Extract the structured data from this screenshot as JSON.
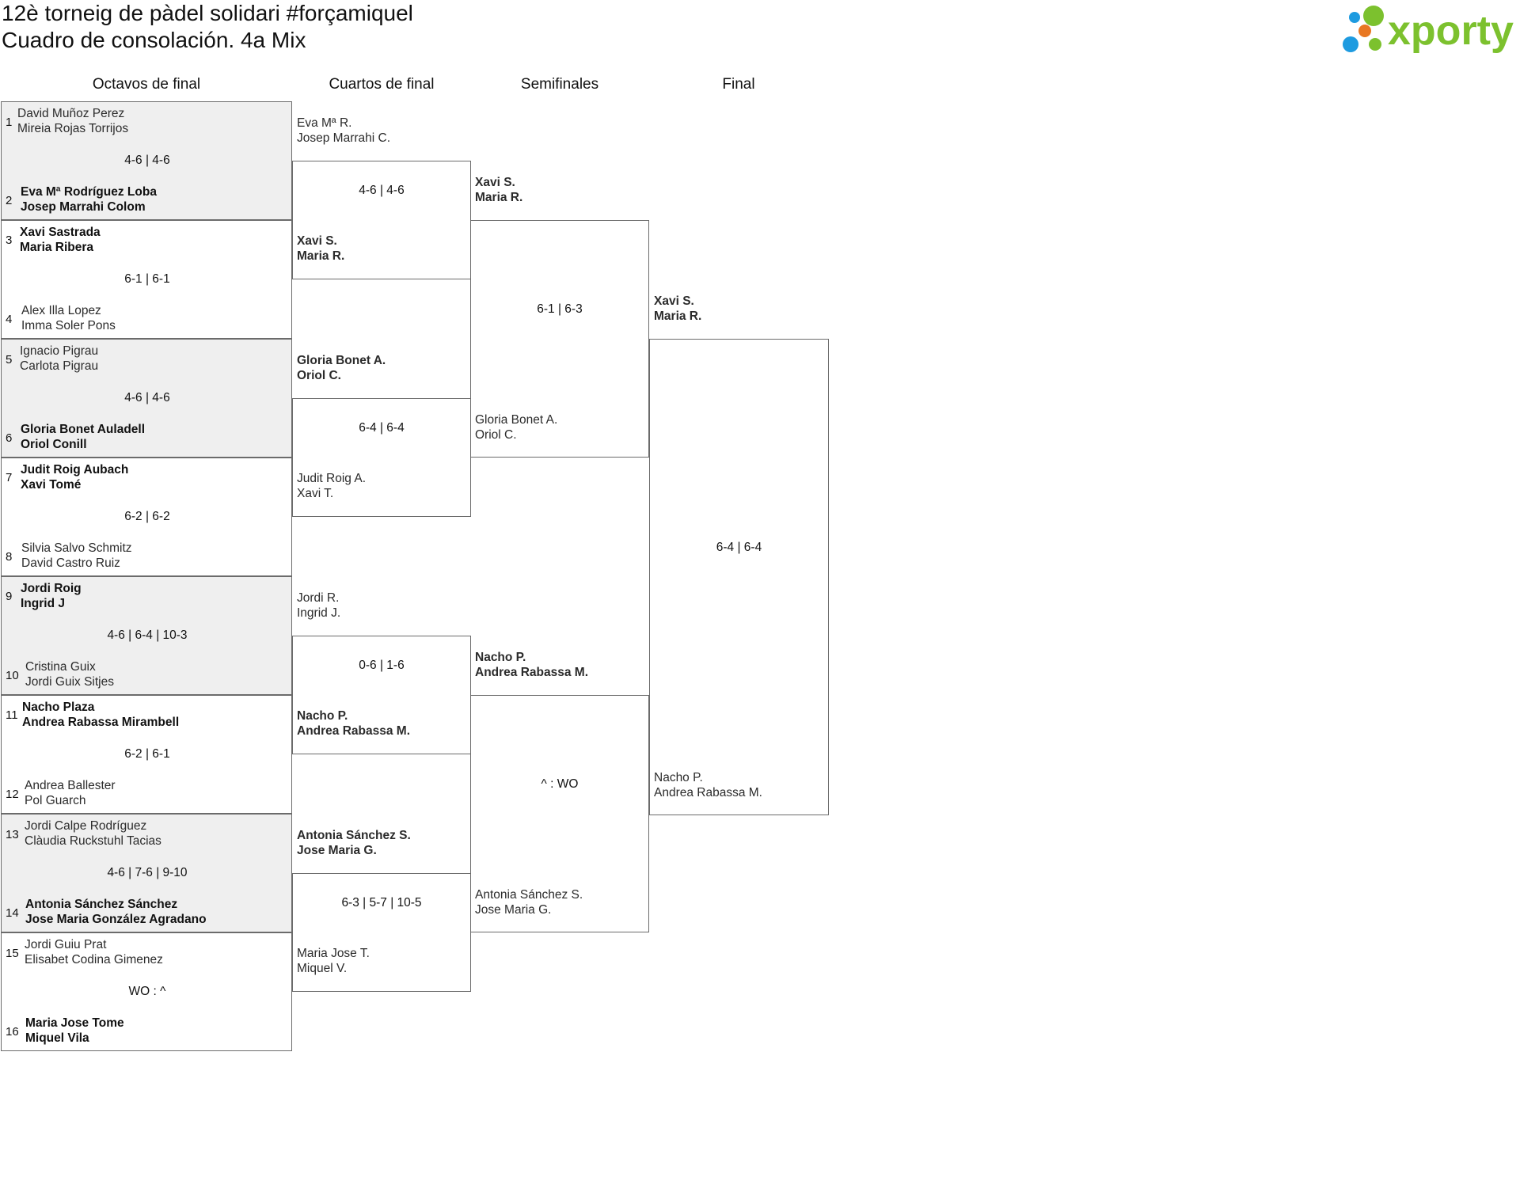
{
  "header": {
    "title_line1": "12è torneig de pàdel solidari #forçamiquel",
    "title_line2": "Cuadro de consolación. 4a Mix",
    "brand": "xporty",
    "brand_color": "#7cc12e"
  },
  "rounds": [
    "Octavos de final",
    "Cuartos de final",
    "Semifinales",
    "Final"
  ],
  "octavos": [
    {
      "top": {
        "seed": "1",
        "p1": "David Muñoz Perez",
        "p2": "Mireia Rojas Torrijos"
      },
      "score": "4-6 | 4-6",
      "bottom": {
        "seed": "2",
        "p1": "Eva Mª Rodríguez Loba",
        "p2": "Josep Marrahi Colom"
      }
    },
    {
      "top": {
        "seed": "3",
        "p1": "Xavi Sastrada",
        "p2": "Maria Ribera"
      },
      "score": "6-1 | 6-1",
      "bottom": {
        "seed": "4",
        "p1": "Alex Illa Lopez",
        "p2": "Imma Soler Pons"
      }
    },
    {
      "top": {
        "seed": "5",
        "p1": "Ignacio Pigrau",
        "p2": "Carlota Pigrau"
      },
      "score": "4-6 | 4-6",
      "bottom": {
        "seed": "6",
        "p1": "Gloria Bonet Auladell",
        "p2": "Oriol Conill"
      }
    },
    {
      "top": {
        "seed": "7",
        "p1": "Judit Roig Aubach",
        "p2": "Xavi Tomé"
      },
      "score": "6-2 | 6-2",
      "bottom": {
        "seed": "8",
        "p1": "Silvia Salvo Schmitz",
        "p2": "David Castro Ruiz"
      }
    },
    {
      "top": {
        "seed": "9",
        "p1": "Jordi Roig",
        "p2": "Ingrid J"
      },
      "score": "4-6 | 6-4 | 10-3",
      "bottom": {
        "seed": "10",
        "p1": "Cristina Guix",
        "p2": "Jordi Guix Sitjes"
      }
    },
    {
      "top": {
        "seed": "11",
        "p1": "Nacho Plaza",
        "p2": "Andrea Rabassa Mirambell"
      },
      "score": "6-2 | 6-1",
      "bottom": {
        "seed": "12",
        "p1": "Andrea Ballester",
        "p2": "Pol Guarch"
      }
    },
    {
      "top": {
        "seed": "13",
        "p1": "Jordi Calpe Rodríguez",
        "p2": "Clàudia Ruckstuhl Tacias"
      },
      "score": "4-6 | 7-6 | 9-10",
      "bottom": {
        "seed": "14",
        "p1": "Antonia Sánchez Sánchez",
        "p2": "Jose Maria González Agradano"
      }
    },
    {
      "top": {
        "seed": "15",
        "p1": "Jordi Guiu Prat",
        "p2": "Elisabet Codina Gimenez"
      },
      "score": "WO : ^",
      "bottom": {
        "seed": "16",
        "p1": "Maria Jose Tome",
        "p2": "Miquel Vila"
      }
    }
  ],
  "cuartos": [
    {
      "top": {
        "p1": "Eva Mª R.",
        "p2": "Josep Marrahi C."
      },
      "score": "4-6 | 4-6",
      "bottom": {
        "p1": "Xavi S.",
        "p2": "Maria R."
      }
    },
    {
      "top": {
        "p1": "Gloria Bonet A.",
        "p2": "Oriol C."
      },
      "score": "6-4 | 6-4",
      "bottom": {
        "p1": "Judit Roig A.",
        "p2": "Xavi T."
      }
    },
    {
      "top": {
        "p1": "Jordi R.",
        "p2": "Ingrid J."
      },
      "score": "0-6 | 1-6",
      "bottom": {
        "p1": "Nacho P.",
        "p2": "Andrea Rabassa M."
      }
    },
    {
      "top": {
        "p1": "Antonia Sánchez S.",
        "p2": "Jose Maria G."
      },
      "score": "6-3 | 5-7 | 10-5",
      "bottom": {
        "p1": "Maria Jose T.",
        "p2": "Miquel V."
      }
    }
  ],
  "semis": [
    {
      "top": {
        "p1": "Xavi S.",
        "p2": "Maria R."
      },
      "score": "6-1 | 6-3",
      "bottom": {
        "p1": "Gloria Bonet A.",
        "p2": "Oriol C."
      }
    },
    {
      "top": {
        "p1": "Nacho P.",
        "p2": "Andrea Rabassa M."
      },
      "score": "^ : WO",
      "bottom": {
        "p1": "Antonia Sánchez S.",
        "p2": "Jose Maria G."
      }
    }
  ],
  "final": {
    "top": {
      "p1": "Xavi S.",
      "p2": "Maria R."
    },
    "score": "6-4 | 6-4",
    "bottom": {
      "p1": "Nacho P.",
      "p2": "Andrea Rabassa M."
    }
  }
}
